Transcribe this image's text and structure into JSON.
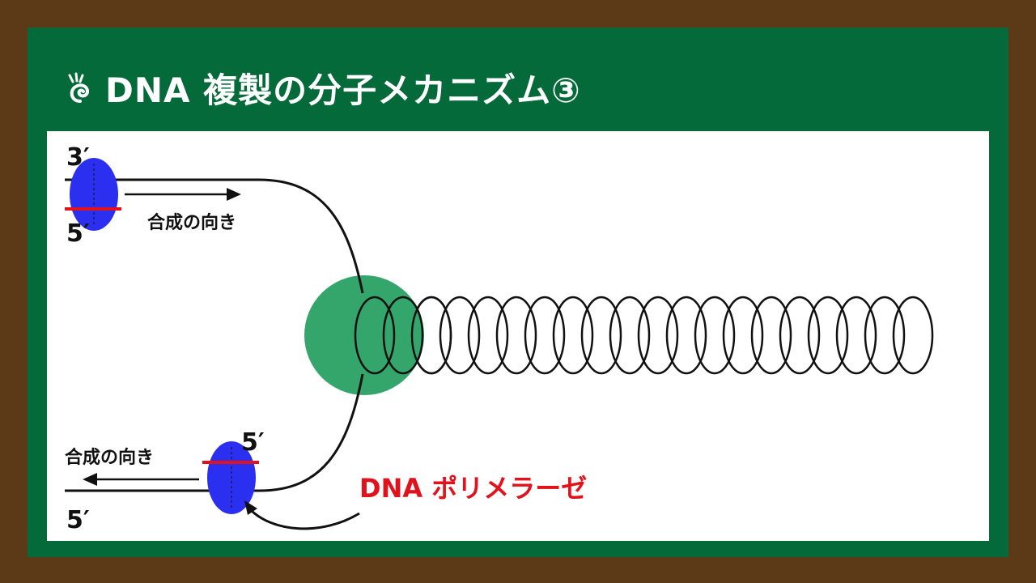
{
  "title": {
    "text": "DNA 複製の分子メカニズム③",
    "icon": "swirl-pointer-icon"
  },
  "colors": {
    "frame": "#5c3a17",
    "board": "#046a3a",
    "panel": "#ffffff",
    "polymerase": "#2a2ff0",
    "new_strand": "#e1121b",
    "helicase": "#35a66b",
    "strand": "#111111",
    "accent_text": "#e1121b"
  },
  "diagram": {
    "top_strand": {
      "end_3_label": "3′",
      "end_5_label": "5′",
      "direction_label": "合成の向き"
    },
    "bottom_strand": {
      "end_5_label_upper": "5′",
      "end_5_label_lower": "5′",
      "direction_label": "合成の向き"
    },
    "enzyme_label": "DNA ポリメラーゼ",
    "helix_loops": 20
  }
}
